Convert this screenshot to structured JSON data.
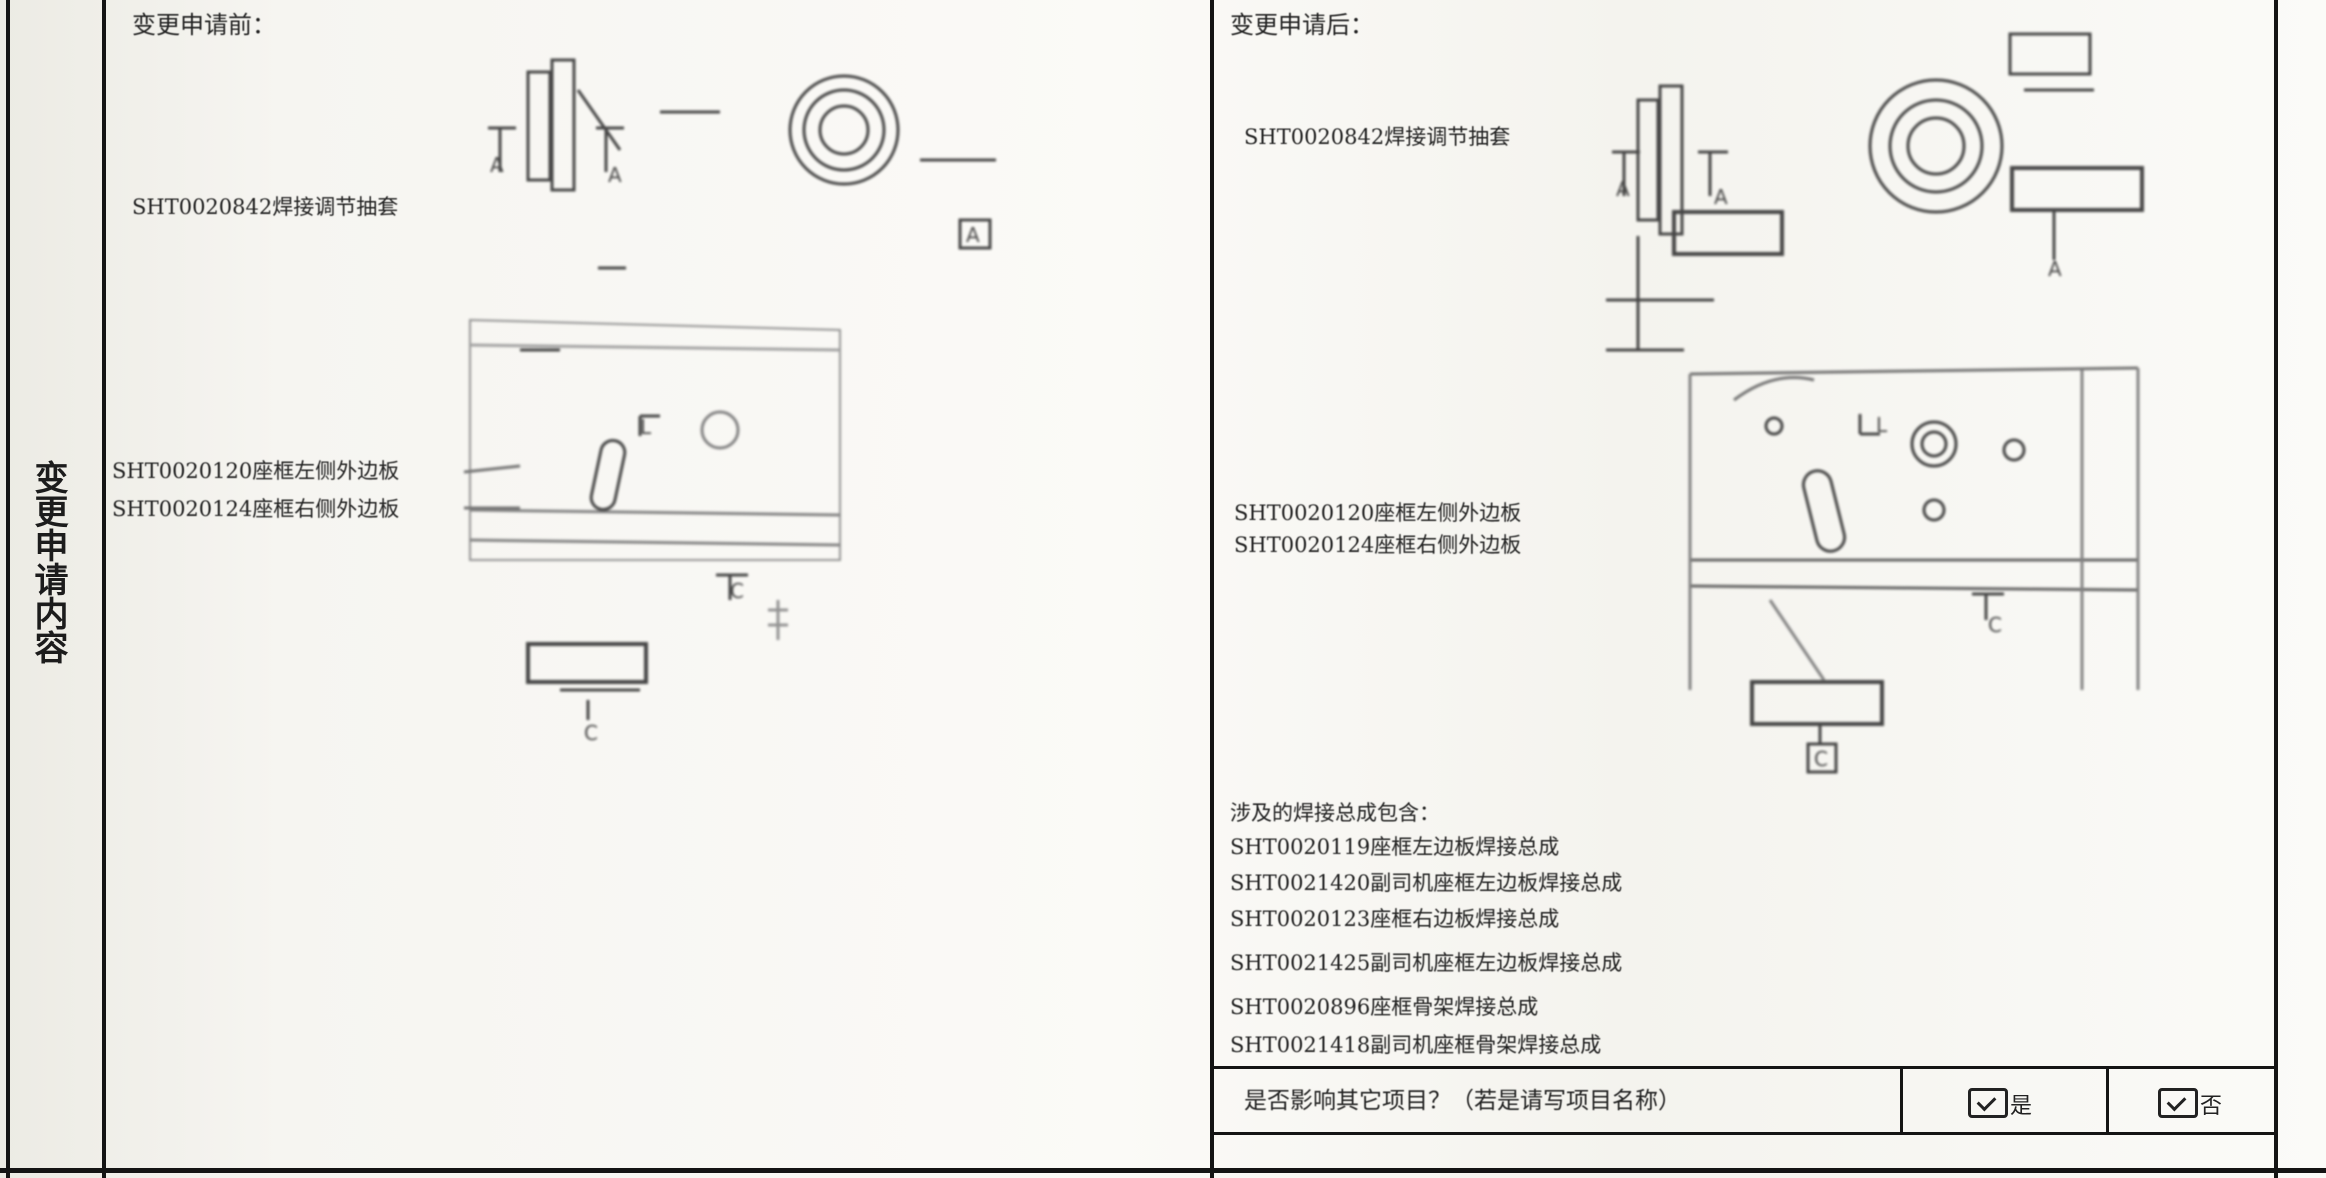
{
  "section_label": "变更申请内容",
  "left_panel": {
    "heading": "变更申请前：",
    "labels": [
      "SHT0020842焊接调节抽套",
      "SHT0020120座框左侧外边板",
      "SHT0020124座框右侧外边板"
    ],
    "datum_labels": [
      "A",
      "C"
    ]
  },
  "right_panel": {
    "heading": "变更申请后：",
    "labels": [
      "SHT0020842焊接调节抽套",
      "SHT0020120座框左侧外边板",
      "SHT0020124座框右侧外边板"
    ],
    "datum_labels": [
      "A",
      "C"
    ],
    "affected_heading": "涉及的焊接总成包含：",
    "affected_items": [
      "SHT0020119座框左边板焊接总成",
      "SHT0021420副司机座框左边板焊接总成",
      "SHT0020123座框右边板焊接总成",
      "SHT0021425副司机座框左边板焊接总成",
      "SHT0020896座框骨架焊接总成",
      "SHT0021418副司机座框骨架焊接总成"
    ]
  },
  "impact_row": {
    "question": "是否影响其它项目？（若是请写项目名称）",
    "option_yes": "是",
    "option_no": "否"
  }
}
